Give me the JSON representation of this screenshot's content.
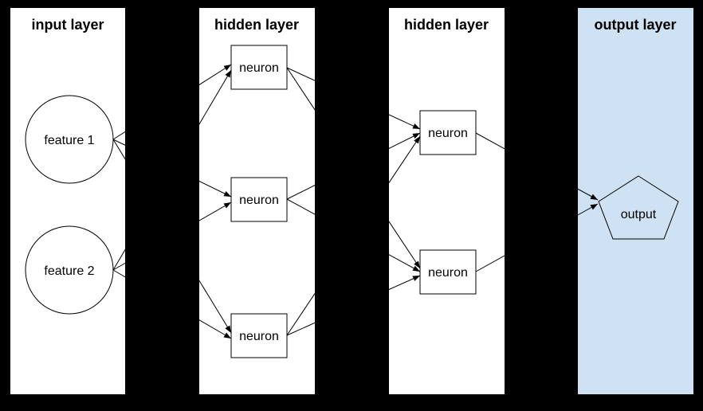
{
  "diagram": {
    "background": "#000000",
    "line_color": "#000000",
    "text_color": "#000000",
    "layers": [
      {
        "title": "input layer",
        "panel_bg": "#ffffff",
        "nodes": [
          {
            "label": "feature 1",
            "shape": "circle"
          },
          {
            "label": "feature 2",
            "shape": "circle"
          }
        ]
      },
      {
        "title": "hidden layer",
        "panel_bg": "#ffffff",
        "nodes": [
          {
            "label": "neuron",
            "shape": "rect"
          },
          {
            "label": "neuron",
            "shape": "rect"
          },
          {
            "label": "neuron",
            "shape": "rect"
          }
        ]
      },
      {
        "title": "hidden layer",
        "panel_bg": "#ffffff",
        "nodes": [
          {
            "label": "neuron",
            "shape": "rect"
          },
          {
            "label": "neuron",
            "shape": "rect"
          }
        ]
      },
      {
        "title": "output layer",
        "panel_bg": "#cfe2f3",
        "nodes": [
          {
            "label": "output",
            "shape": "pentagon"
          }
        ]
      }
    ],
    "connections_note": "fully connected feed-forward: 2 inputs -> 3 hidden -> 2 hidden -> 1 output"
  }
}
